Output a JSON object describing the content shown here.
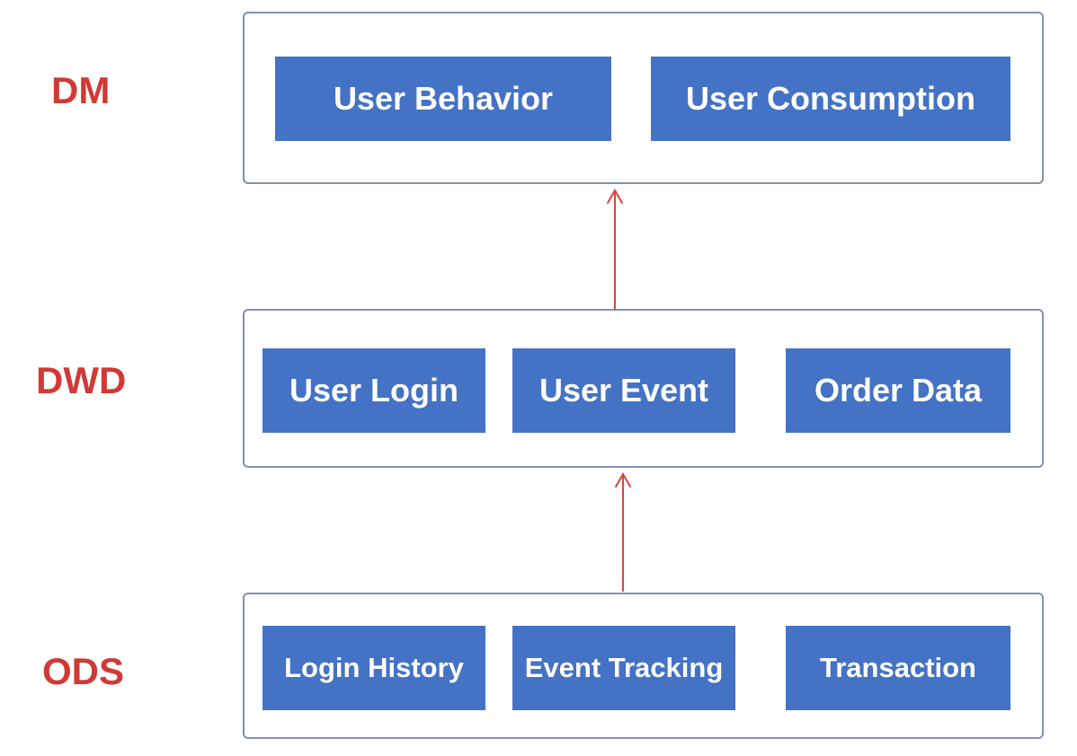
{
  "layers": {
    "dm": {
      "label": "DM",
      "nodes": [
        "User Behavior",
        "User Consumption"
      ]
    },
    "dwd": {
      "label": "DWD",
      "nodes": [
        "User Login",
        "User Event",
        "Order Data"
      ]
    },
    "ods": {
      "label": "ODS",
      "nodes": [
        "Login History",
        "Event Tracking",
        "Transaction"
      ]
    }
  },
  "colors": {
    "layer_label": "#d03a36",
    "node_fill": "#4472c4",
    "node_text": "#ffffff",
    "panel_border": "#8391b7",
    "arrow": "#d9443f"
  }
}
